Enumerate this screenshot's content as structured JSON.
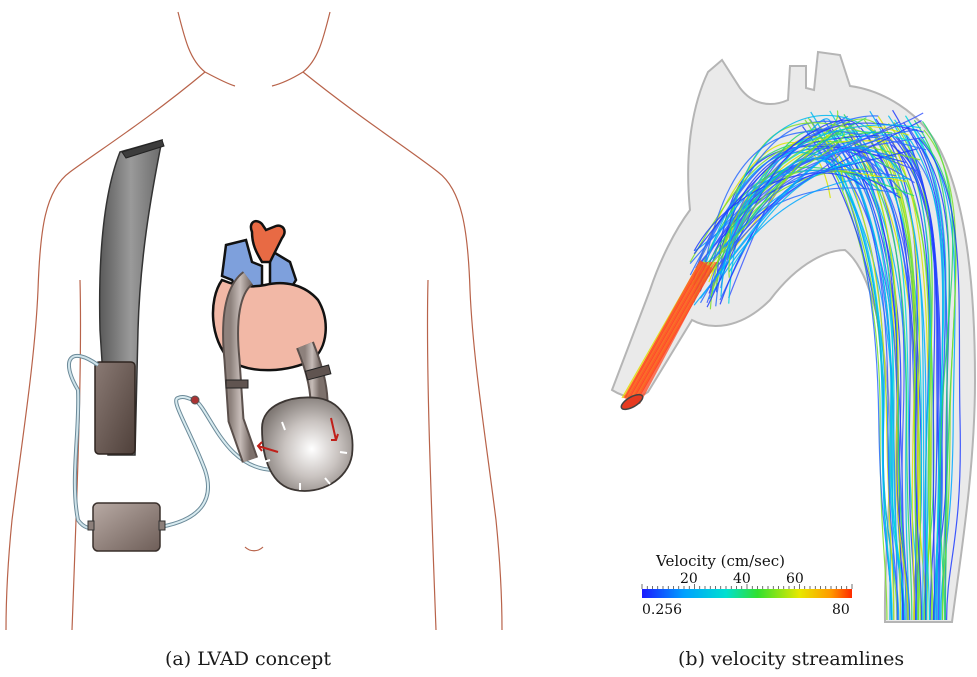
{
  "captions": {
    "left": "(a)  LVAD concept",
    "right": "(b)  velocity streamlines"
  },
  "colorbar": {
    "title": "Velocity  (cm/sec)",
    "major_ticks": [
      "20",
      "40",
      "60"
    ],
    "min_label": "0.256",
    "max_label": "80"
  }
}
